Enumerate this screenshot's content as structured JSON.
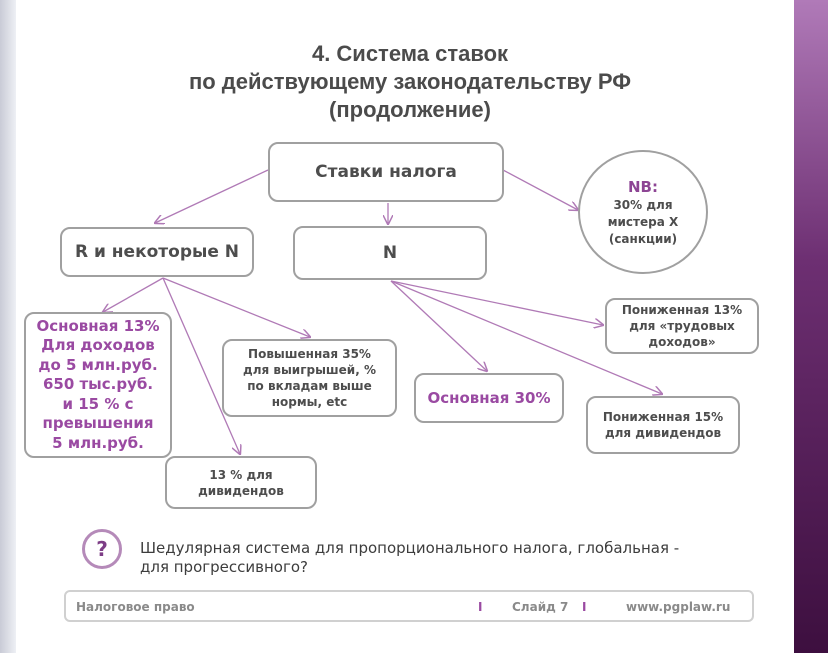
{
  "title": {
    "line1": "4. Система ставок",
    "line2": "по действующему законодательству РФ",
    "line3": "(продолжение)"
  },
  "nodes": {
    "root": "Ставки налога",
    "rn": "R и некоторые N",
    "n": "N",
    "nb": {
      "head": "NB:",
      "line1": "30% для",
      "line2": "мистера X",
      "line3": "(санкции)"
    },
    "main13": {
      "l1": "Основная 13%",
      "l2": "Для доходов",
      "l3": "до 5 млн.руб.",
      "l4": "650 тыс.руб.",
      "l5": "и 15 % с",
      "l6": "превышения",
      "l7": "5 млн.руб."
    },
    "raised35": {
      "l1": "Повышенная 35%",
      "l2": "для выигрышей, %",
      "l3": "по вкладам выше",
      "l4": "нормы, etc"
    },
    "div13": {
      "l1": "13 % для",
      "l2": "дивидендов"
    },
    "main30": "Основная 30%",
    "reduced13": {
      "l1": "Пониженная 13%",
      "l2": "для «трудовых",
      "l3": "доходов»"
    },
    "reduced15": {
      "l1": "Пониженная 15%",
      "l2": "для дивидендов"
    }
  },
  "question": {
    "icon": "?",
    "line1": "Шедулярная система для пропорционального налога, глобальная -",
    "line2": "для прогрессивного?"
  },
  "footer": {
    "left": "Налоговое право",
    "sep": "I",
    "slide": "Слайд 7",
    "url": "www.pgplaw.ru"
  },
  "colors": {
    "accent": "#9a4aa2",
    "arrow": "#b07ab6",
    "border": "#a0a0a0",
    "text": "#4d4d4d"
  }
}
